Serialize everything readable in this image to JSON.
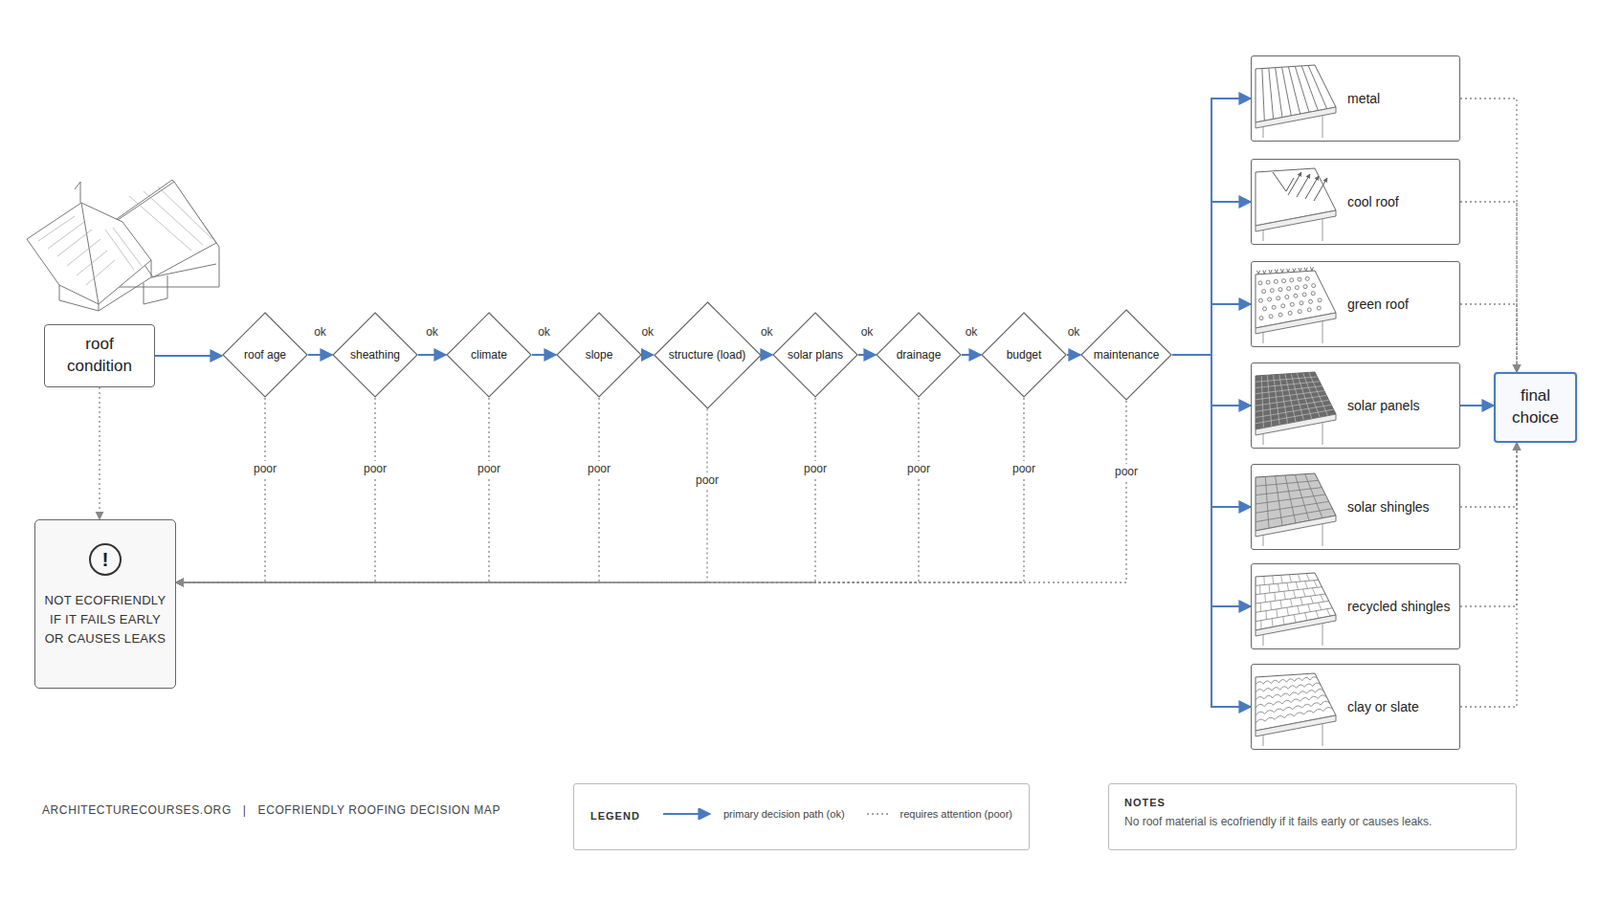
{
  "diagram": {
    "nodes": [
      {
        "text": [
          "roof condition"
        ]
      },
      {
        "text": [
          "roof age"
        ]
      },
      {
        "text": [
          "sheathing"
        ]
      },
      {
        "text": [
          "climate"
        ]
      },
      {
        "text": [
          "slope"
        ]
      },
      {
        "text": [
          "structure (load)"
        ]
      },
      {
        "text": [
          "solar plans"
        ]
      },
      {
        "text": [
          "drainage"
        ]
      },
      {
        "text": [
          "budget"
        ]
      },
      {
        "text": [
          "maintenance"
        ]
      },
      {
        "text": [
          "!",
          "NOT ECOFRIENDLY IF IT FAILS EARLY OR CAUSES LEAKS"
        ]
      },
      {
        "text": [
          "metal"
        ]
      },
      {
        "text": [
          "cool roof"
        ]
      },
      {
        "text": [
          "green roof"
        ]
      },
      {
        "text": [
          "solar panels"
        ]
      },
      {
        "text": [
          "solar shingles"
        ]
      },
      {
        "text": [
          "recycled shingles"
        ]
      },
      {
        "text": [
          "clay or slate"
        ]
      },
      {
        "text": [
          "final choice"
        ]
      },
      {
        "text": [
          "NOTES",
          "No roof material is ecofriendly if it fails early or causes leaks."
        ]
      }
    ],
    "edges": [
      {
        "from": 0,
        "to": 1,
        "arrow": "to"
      },
      {
        "from": 1,
        "to": 2,
        "label": "ok",
        "arrow": "to"
      },
      {
        "from": 2,
        "to": 3,
        "label": "ok",
        "arrow": "to"
      },
      {
        "from": 3,
        "to": 4,
        "label": "ok",
        "arrow": "to"
      },
      {
        "from": 4,
        "to": 5,
        "label": "ok",
        "arrow": "to"
      },
      {
        "from": 5,
        "to": 6,
        "label": "ok",
        "arrow": "to"
      },
      {
        "from": 6,
        "to": 7,
        "label": "ok",
        "arrow": "to"
      },
      {
        "from": 7,
        "to": 8,
        "label": "ok",
        "arrow": "to"
      },
      {
        "from": 8,
        "to": 9,
        "label": "ok",
        "arrow": "to"
      },
      {
        "from": 0,
        "to": 10,
        "arrow": "to"
      },
      {
        "from": 1,
        "to": 10,
        "label": "poor",
        "arrow": "to"
      },
      {
        "from": 2,
        "to": 10,
        "label": "poor",
        "arrow": "to"
      },
      {
        "from": 3,
        "to": 10,
        "label": "poor",
        "arrow": "to"
      },
      {
        "from": 4,
        "to": 10,
        "label": "poor",
        "arrow": "to"
      },
      {
        "from": 5,
        "to": 10,
        "label": "poor",
        "arrow": "to"
      },
      {
        "from": 6,
        "to": 10,
        "label": "poor",
        "arrow": "to"
      },
      {
        "from": 7,
        "to": 10,
        "label": "poor",
        "arrow": "to"
      },
      {
        "from": 8,
        "to": 10,
        "label": "poor",
        "arrow": "to"
      },
      {
        "from": 9,
        "to": 10,
        "label": "poor",
        "arrow": "to"
      },
      {
        "from": 9,
        "to": 11,
        "arrow": "to"
      },
      {
        "from": 9,
        "to": 12,
        "arrow": "to"
      },
      {
        "from": 9,
        "to": 13,
        "arrow": "to"
      },
      {
        "from": 9,
        "to": 14,
        "arrow": "to"
      },
      {
        "from": 9,
        "to": 15,
        "arrow": "to"
      },
      {
        "from": 9,
        "to": 16,
        "arrow": "to"
      },
      {
        "from": 9,
        "to": 17,
        "arrow": "to"
      },
      {
        "from": 11,
        "to": 18,
        "arrow": "to"
      },
      {
        "from": 12,
        "to": 18,
        "arrow": "to"
      },
      {
        "from": 13,
        "to": 18,
        "arrow": "to"
      },
      {
        "from": 14,
        "to": 18,
        "arrow": "to"
      },
      {
        "from": 15,
        "to": 18,
        "arrow": "to"
      },
      {
        "from": 16,
        "to": 18,
        "arrow": "to"
      },
      {
        "from": 17,
        "to": 18,
        "arrow": "to"
      }
    ],
    "labels": [
      "ARCHITECTURECOURSES.ORG",
      "|",
      "ECOFRIENDLY ROOFING DECISION MAP",
      "LEGEND"
    ],
    "legend": [
      {
        "text": "primary decision path (ok)"
      },
      {
        "text": "requires attention (poor)"
      }
    ]
  }
}
